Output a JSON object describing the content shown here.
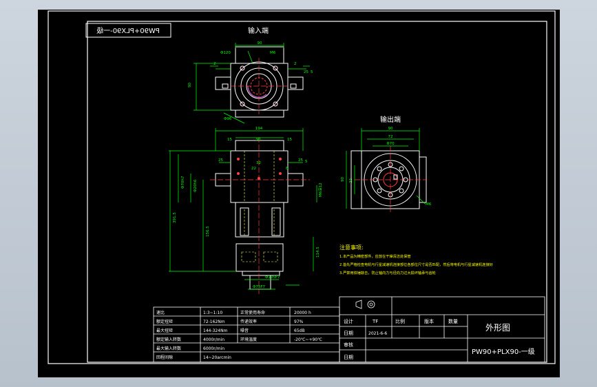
{
  "drawing": {
    "title_box": "PW90+PLX90-一级",
    "views": {
      "input_end": {
        "label": "输入端",
        "dims": {
          "width_90": "90",
          "dia_120": "Φ120",
          "m6": "M6",
          "key_2": "2",
          "shaft_25": "25",
          "shaft_5": "5",
          "height_90": "90",
          "dia_96": "Φ96"
        }
      },
      "side_view": {
        "dims": {
          "overall_194": "194",
          "width_90": "90",
          "d15_left": "15",
          "d15_right": "15",
          "d25_left": "25",
          "d25_right": "25",
          "d5": "5",
          "d32": "32",
          "d22": "22",
          "key_8": "8",
          "dia_h6": "Φ20h6",
          "dia_h7": "Φ70h7",
          "total_h": "391.5",
          "h_156": "156.5",
          "h_114": "114.5",
          "dia_b": "Φ105F7",
          "dia_c": "Φ75F7",
          "note_m": "M6深12"
        }
      },
      "output_end": {
        "label": "输出端",
        "dims": {
          "width_90": "90",
          "d72": "72",
          "d70": "Φ70",
          "d22": "22",
          "d90": "90",
          "m6": "M6"
        }
      }
    },
    "notes": {
      "title": "注意事项:",
      "lines": [
        "1.本产品为精密部件，应放在干燥清洁处保管",
        "2.首先严格检查电机与行星减速机连接部位各部位尺寸是否匹配，然后将电机与行星减速机连接好",
        "3.严禁用铁锤敲击，防止轴向力与径向力过大损坏轴承与齿轮"
      ]
    },
    "specs_table": {
      "rows": [
        [
          "速比",
          "1:3~1:10",
          "正常使用寿命",
          "20000 h"
        ],
        [
          "额定扭矩",
          "72-162Nm",
          "传递效率",
          "97%"
        ],
        [
          "最大扭矩",
          "144-324Nm",
          "噪音",
          "65dB"
        ],
        [
          "额定输入转数",
          "4000r/min",
          "环境温度",
          "-20℃~+90℃"
        ],
        [
          "最大输入转数",
          "6000r/min",
          "",
          ""
        ],
        [
          "回程间隙",
          "14~20arcmin",
          "",
          ""
        ]
      ]
    },
    "title_block": {
      "design_label": "设计",
      "design_value": "TF",
      "date_label": "日期",
      "date_value": "2021-6-6",
      "review_label": "审核",
      "date2_label": "日期",
      "scale_label": "比例",
      "version_label": "版本",
      "quantity_label": "数量",
      "drawing_name": "外形图",
      "model_name": "PW90+PLX90-一级"
    },
    "colors": {
      "background": "#000000",
      "outline": "#ffffff",
      "dimension": "#00ff00",
      "center": "#ff4040",
      "notes": "#ffff00",
      "hidden": "#ffff66"
    }
  }
}
